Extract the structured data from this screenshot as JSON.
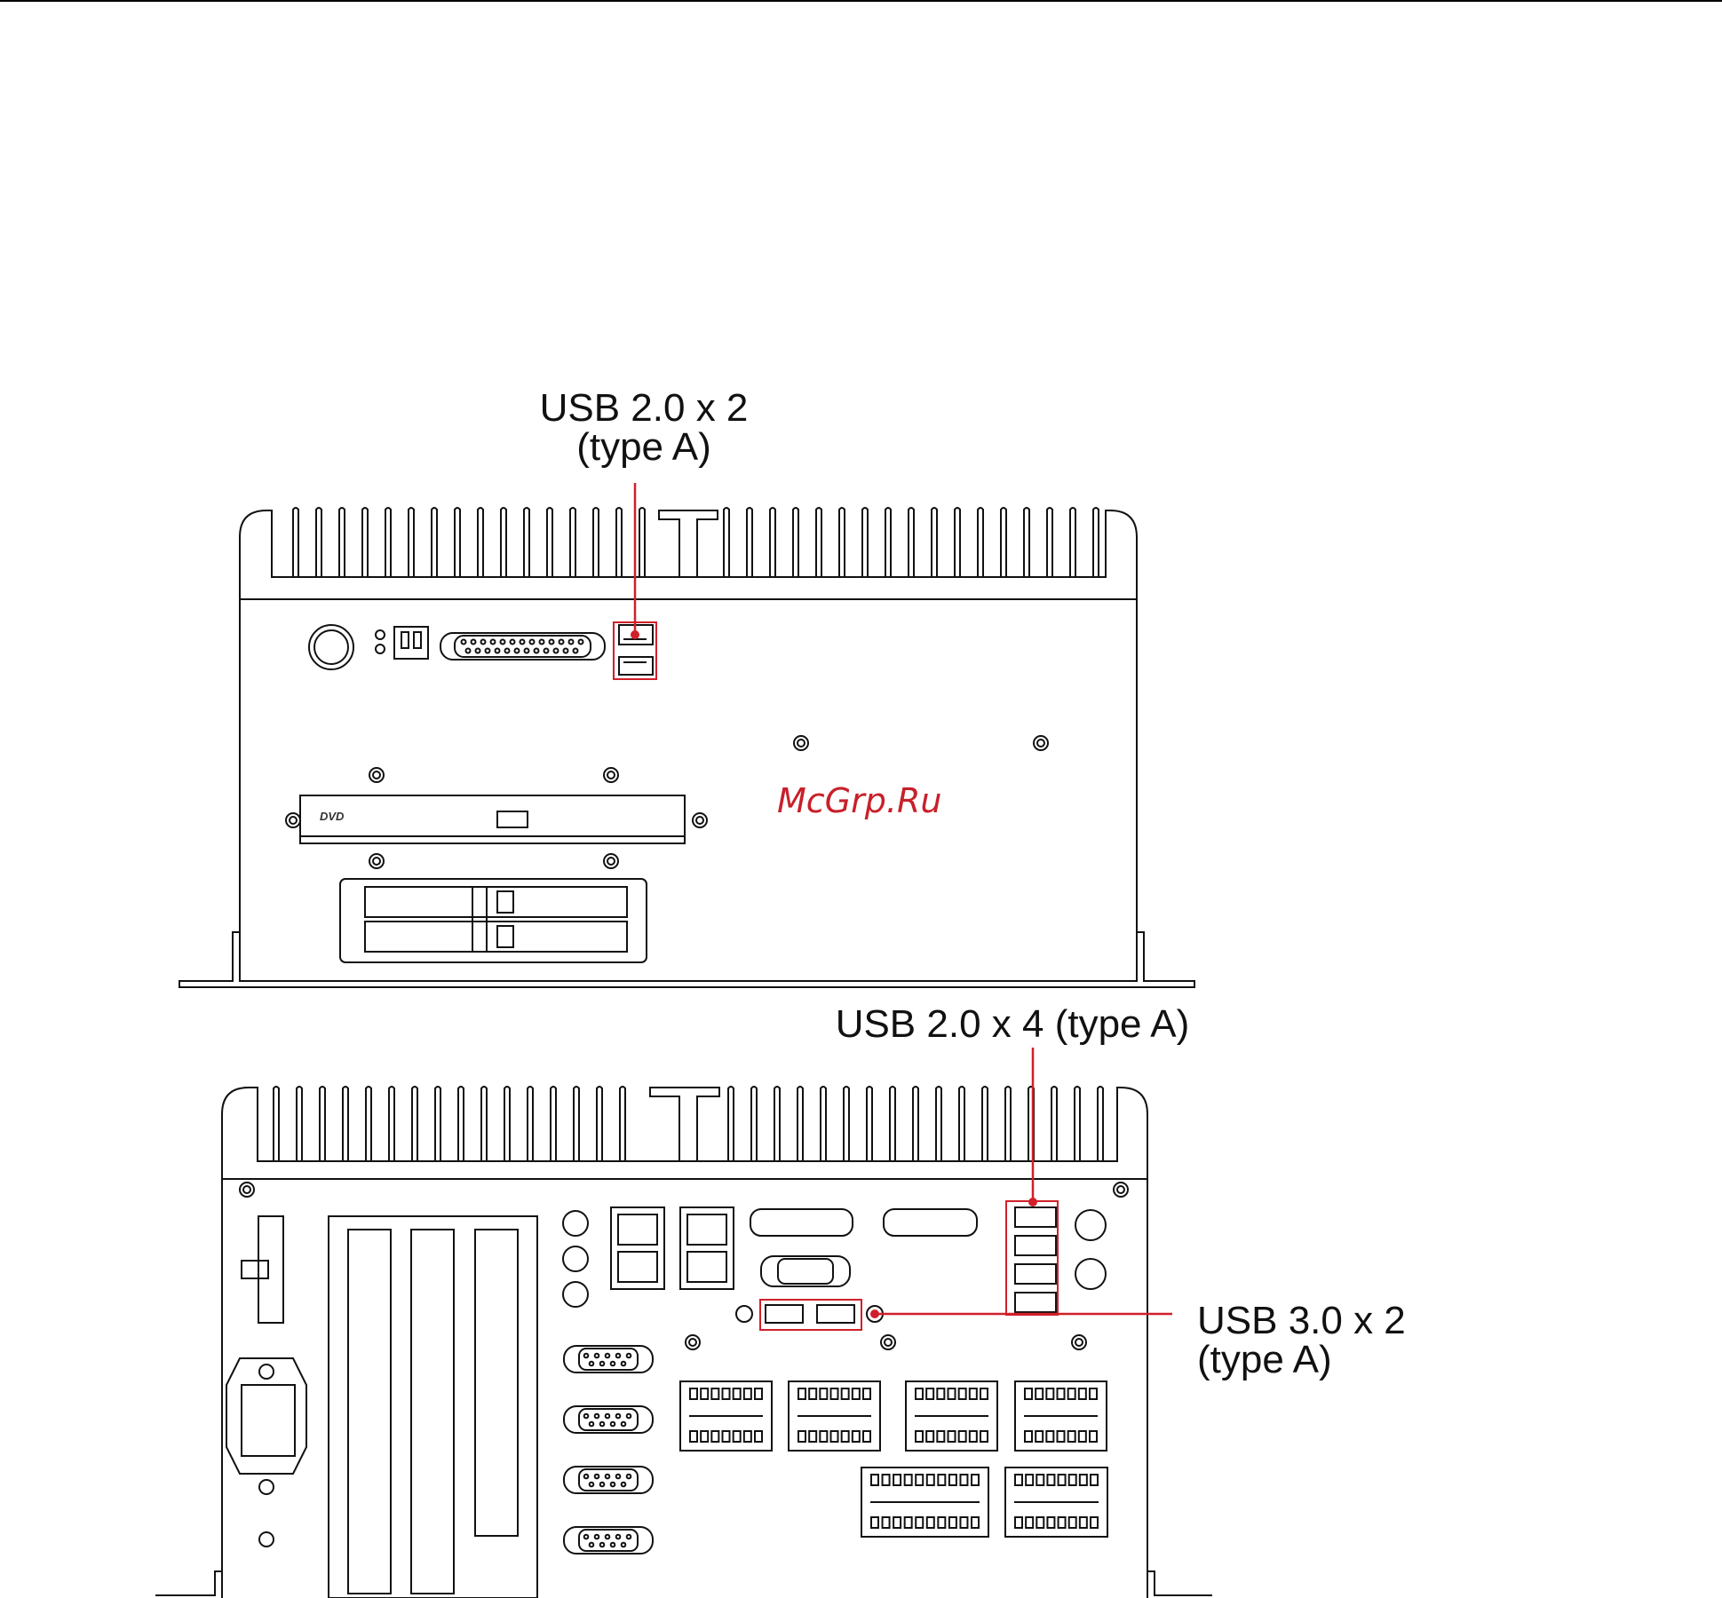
{
  "callouts": {
    "front_usb": {
      "line1": "USB 2.0 x 2",
      "line2": "(type A)"
    },
    "rear_usb2": {
      "line1": "USB 2.0 x 4 (type A)"
    },
    "rear_usb3": {
      "line1": "USB 3.0 x 2",
      "line2": "(type A)"
    }
  },
  "watermark": "McGrp.Ru",
  "dvd_label": "DVD",
  "colors": {
    "accent": "#d0202a",
    "line": "#111111"
  }
}
